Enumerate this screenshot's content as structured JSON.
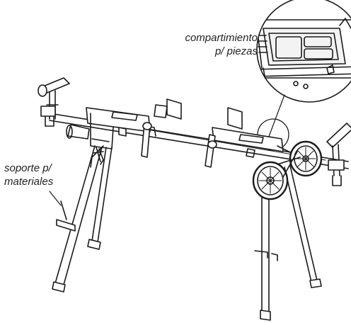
{
  "labels": {
    "compartment": {
      "line1": "compartimiento",
      "line2": "p/ piezas"
    },
    "support": {
      "line1": "soporte p/",
      "line2": "materiales"
    }
  },
  "colors": {
    "stroke": "#1a1a1a",
    "fill": "#ffffff",
    "text": "#222222"
  }
}
